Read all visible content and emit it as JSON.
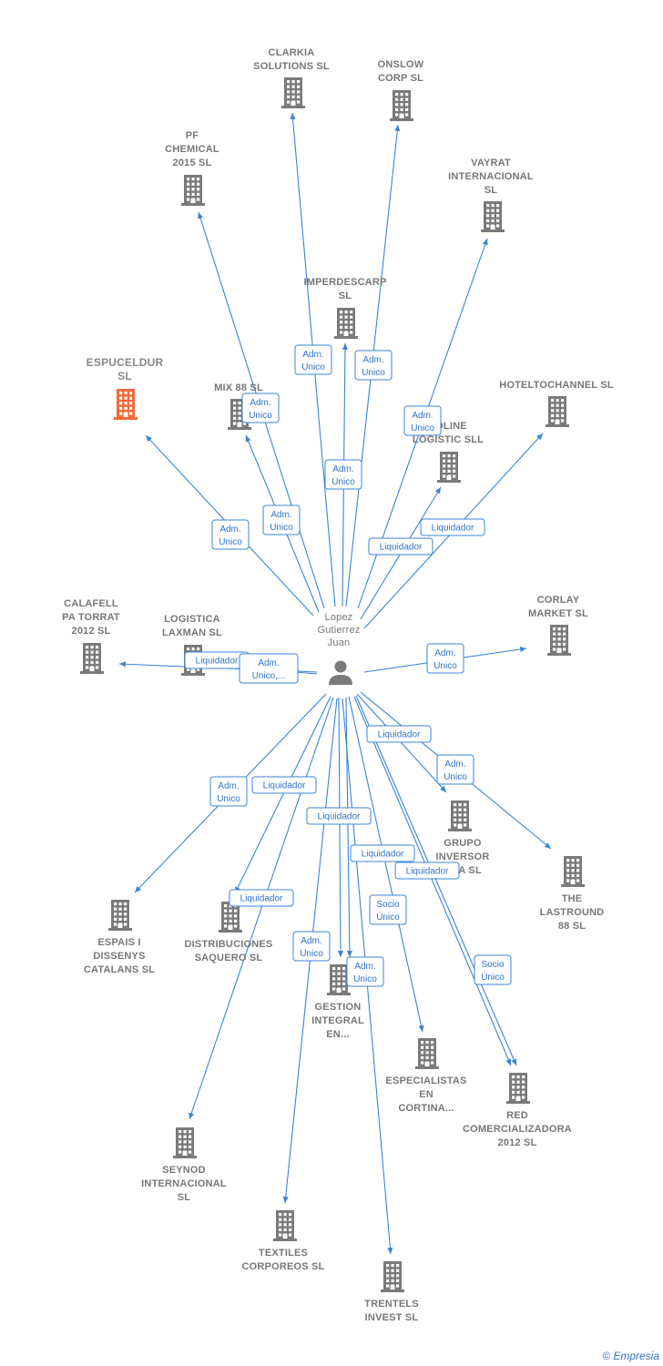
{
  "colors": {
    "edge": "#3b84d6",
    "building": "#7a7a7a",
    "highlight": "#f26a3a",
    "person": "#7a7a7a"
  },
  "center": {
    "name": [
      "Lopez",
      "Gutierrez",
      "Juan"
    ],
    "icon": "person-icon"
  },
  "nodes": [
    {
      "id": "clarkia",
      "lines": [
        "CLARKIA",
        "SOLUTIONS  SL"
      ]
    },
    {
      "id": "onslow",
      "lines": [
        "ONSLOW",
        "CORP  SL"
      ]
    },
    {
      "id": "pfchem",
      "lines": [
        "PF",
        "CHEMICAL",
        "2015  SL"
      ]
    },
    {
      "id": "vayrat",
      "lines": [
        "VAYRAT",
        "INTERNACIONAL",
        "SL"
      ]
    },
    {
      "id": "imperdes",
      "lines": [
        "IMPERDESCARP",
        "SL"
      ]
    },
    {
      "id": "espuceldur",
      "lines": [
        "ESPUCELDUR",
        "SL"
      ],
      "highlight": true
    },
    {
      "id": "mix88",
      "lines": [
        "MIX 88  SL"
      ]
    },
    {
      "id": "hotelto",
      "lines": [
        "HOTELTOCHANNEL SL"
      ]
    },
    {
      "id": "foline",
      "lines": [
        "FOLINE",
        "LOGISTIC SLL"
      ]
    },
    {
      "id": "calafell",
      "lines": [
        "CALAFELL",
        "PA TORRAT",
        "2012 SL"
      ]
    },
    {
      "id": "logistica",
      "lines": [
        "LOGISTICA",
        "LAXMAN  SL"
      ]
    },
    {
      "id": "corlay",
      "lines": [
        "CORLAY",
        "MARKET  SL"
      ]
    },
    {
      "id": "grupo",
      "lines": [
        "GRUPO",
        "INVERSOR",
        "ARA SL"
      ]
    },
    {
      "id": "lastround",
      "lines": [
        "THE",
        "LASTROUND",
        "88  SL"
      ]
    },
    {
      "id": "espais",
      "lines": [
        "ESPAIS I",
        "DISSENYS",
        "CATALANS  SL"
      ]
    },
    {
      "id": "distrib",
      "lines": [
        "DISTRIBUCIONES",
        "SAQUERO SL"
      ]
    },
    {
      "id": "gestion",
      "lines": [
        "GESTION",
        "INTEGRAL",
        "EN..."
      ]
    },
    {
      "id": "especial",
      "lines": [
        "ESPECIALISTAS",
        "EN",
        "CORTINA..."
      ]
    },
    {
      "id": "red",
      "lines": [
        "RED",
        "COMERCIALIZADORA",
        "2012 SL"
      ]
    },
    {
      "id": "seynod",
      "lines": [
        "SEYNOD",
        "INTERNACIONAL",
        "SL"
      ]
    },
    {
      "id": "textiles",
      "lines": [
        "TEXTILES",
        "CORPOREOS SL"
      ]
    },
    {
      "id": "trentels",
      "lines": [
        "TRENTELS",
        "INVEST  SL"
      ]
    }
  ],
  "edge_labels": [
    [
      "Adm.",
      "Unico"
    ],
    [
      "Adm.",
      "Unico"
    ],
    [
      "Adm.",
      "Unico"
    ],
    [
      "Adm.",
      "Unico"
    ],
    [
      "Adm.",
      "Unico"
    ],
    [
      "Adm.",
      "Unico"
    ],
    [
      "Adm.",
      "Unico"
    ],
    [
      "Adm.",
      "Unico"
    ],
    [
      "Liquidador"
    ],
    [
      "Liquidador"
    ],
    [
      "Liquidador"
    ],
    [
      "Adm.",
      "Unico,..."
    ],
    [
      "Adm.",
      "Unico"
    ],
    [
      "Liquidador"
    ],
    [
      "Adm.",
      "Unico"
    ],
    [
      "Adm.",
      "Unico"
    ],
    [
      "Liquidador"
    ],
    [
      "Liquidador"
    ],
    [
      "Liquidador"
    ],
    [
      "Liquidador"
    ],
    [
      "Liquidador"
    ],
    [
      "Socio",
      "Único"
    ],
    [
      "Adm.",
      "Unico"
    ],
    [
      "Adm.",
      "Unico"
    ],
    [
      "Socio",
      "Único"
    ]
  ],
  "footer": {
    "copyright": "©",
    "brand": "Empresia"
  }
}
